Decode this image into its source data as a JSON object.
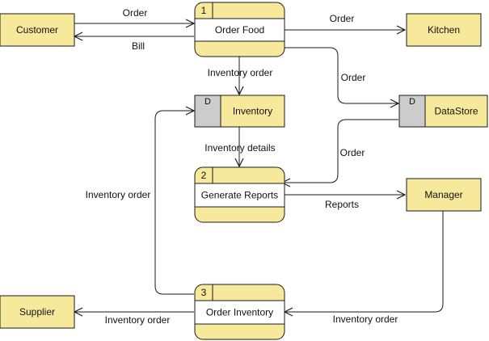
{
  "colors": {
    "fill": "#f7e99b",
    "stroke": "#1a1a1a",
    "store_tag_fill": "#cccccc",
    "process_band": "#ffffff"
  },
  "entities": {
    "customer": "Customer",
    "kitchen": "Kitchen",
    "manager": "Manager",
    "supplier": "Supplier"
  },
  "processes": {
    "order_food": {
      "number": "1",
      "label": "Order Food"
    },
    "generate_reports": {
      "number": "2",
      "label": "Generate Reports"
    },
    "order_inventory": {
      "number": "3",
      "label": "Order Inventory"
    }
  },
  "stores": {
    "inventory": {
      "tag": "D",
      "label": "Inventory"
    },
    "datastore": {
      "tag": "D",
      "label": "DataStore"
    }
  },
  "flows": {
    "customer_order": "Order",
    "bill": "Bill",
    "kitchen_order": "Order",
    "datastore_order": "Order",
    "inventory_order_down": "Inventory order",
    "inventory_details": "Inventory details",
    "datastore_to_reports_order": "Order",
    "reports": "Reports",
    "inventory_order_loop": "Inventory order",
    "inventory_order_supplier": "Inventory order",
    "inventory_order_manager": "Inventory order"
  }
}
